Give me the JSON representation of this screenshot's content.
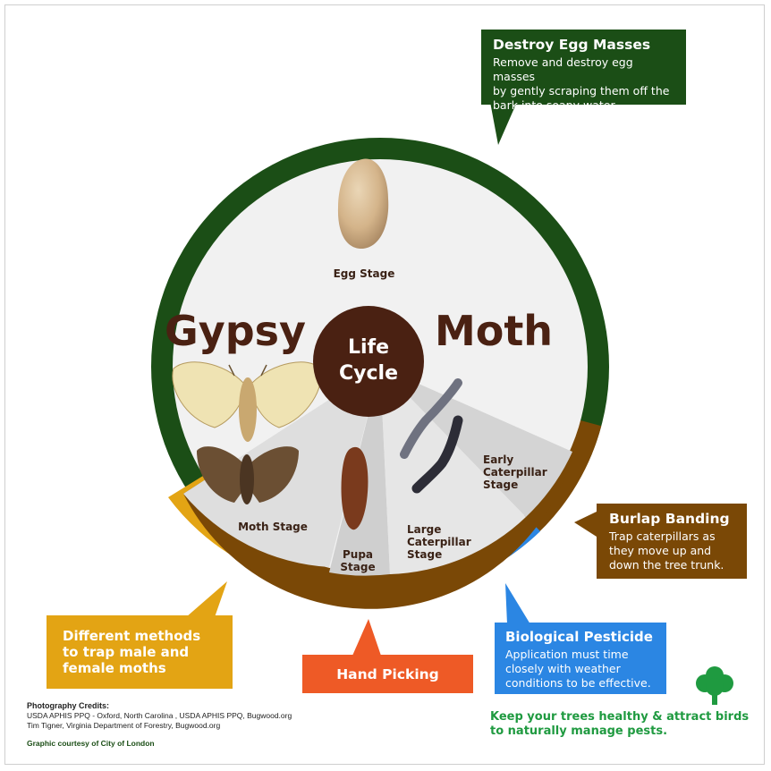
{
  "title": {
    "word1": "Gypsy",
    "word2": "Moth"
  },
  "center": {
    "line1": "Life",
    "line2": "Cycle"
  },
  "stages": {
    "egg": "Egg Stage",
    "moth": "Moth Stage",
    "pupa": {
      "line1": "Pupa",
      "line2": "Stage"
    },
    "large_caterpillar": {
      "line1": "Large",
      "line2": "Caterpillar",
      "line3": "Stage"
    },
    "early_caterpillar": {
      "line1": "Early",
      "line2": "Caterpillar",
      "line3": "Stage"
    }
  },
  "callouts": {
    "destroy": {
      "title": "Destroy Egg Masses",
      "line1": "Remove and destroy egg masses",
      "line2": "by gently scraping them off the",
      "line3": "bark into soapy water."
    },
    "burlap": {
      "title": "Burlap Banding",
      "line1": "Trap caterpillars as",
      "line2": "they move up and",
      "line3": "down the tree trunk."
    },
    "bio": {
      "title": "Biological Pesticide",
      "line1": "Application must time",
      "line2": "closely with weather",
      "line3": "conditions to be effective."
    },
    "hand": {
      "title": "Hand Picking"
    },
    "traps": {
      "line1": "Different methods",
      "line2": "to trap male and",
      "line3": "female moths"
    }
  },
  "credits": {
    "title": "Photography Credits:",
    "line1": "USDA APHIS PPQ - Oxford, North Carolina , USDA APHIS PPQ, Bugwood.org",
    "line2": "Tim Tigner, Virginia Department of Forestry, Bugwood.org",
    "courtesy": "Graphic courtesy of City of London"
  },
  "tagline": {
    "line1": "Keep your trees healthy & attract birds",
    "line2": "to naturally manage pests."
  },
  "icons": {
    "tree": "tree-icon"
  },
  "colors": {
    "dark_green": "#1b4e16",
    "brown": "#7a4806",
    "blue": "#2b86e3",
    "orange": "#ee5a26",
    "gold": "#e3a414",
    "dark_brown": "#4a2112",
    "light_grey": "#f1f1f1",
    "green": "#1f9a40"
  }
}
